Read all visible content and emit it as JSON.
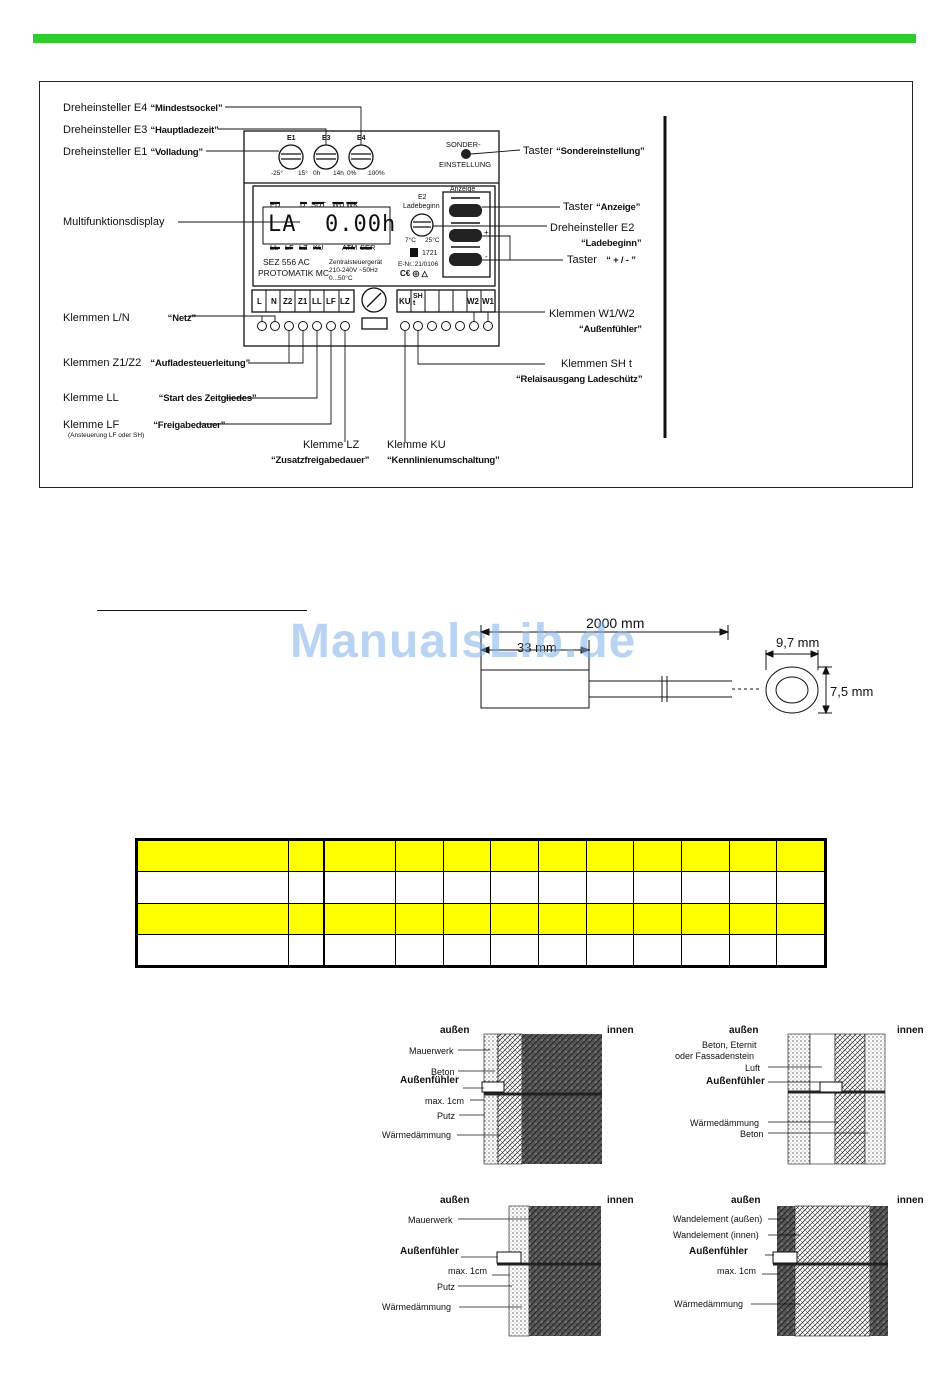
{
  "top_bar_color": "#2ecc2e",
  "diagram": {
    "callouts": {
      "e4": {
        "label": "Dreheinsteller E4",
        "quote": "“Mindestsockel”"
      },
      "e3": {
        "label": "Dreheinsteller E3",
        "quote": "“Hauptladezeit”"
      },
      "e1": {
        "label": "Dreheinsteller E1",
        "quote": "“Volladung”"
      },
      "display": {
        "label": "Multifunktionsdisplay"
      },
      "klemmen_ln": {
        "label": "Klemmen L/N",
        "quote": "“Netz”"
      },
      "klemmen_z1z2": {
        "label": "Klemmen Z1/Z2",
        "quote": "“Aufladesteuerleitung”"
      },
      "klemme_ll": {
        "label": "Klemme LL",
        "quote": "“Start des Zeitgliedes”"
      },
      "klemme_lf": {
        "label": "Klemme LF",
        "quote": "“Freigabedauer”",
        "note": "(Ansteuerung LF oder SH)"
      },
      "klemme_lz": {
        "label": "Klemme LZ",
        "quote": "“Zusatzfreigabedauer”"
      },
      "klemme_ku": {
        "label": "Klemme KU",
        "quote": "“Kennlinienumschaltung”"
      },
      "taster_sonder": {
        "label": "Taster",
        "quote": "“Sondereinstellung”"
      },
      "taster_anzeige": {
        "label": "Taster",
        "quote": "“Anzeige”"
      },
      "e2": {
        "label": "Dreheinsteller E2",
        "quote": "“Ladebeginn”"
      },
      "taster_pm": {
        "label": "Taster",
        "quote": "“ + / - ”"
      },
      "klemmen_w1w2": {
        "label": "Klemmen W1/W2",
        "quote": "“Außenfühler”"
      },
      "klemmen_sht": {
        "label": "Klemmen SH t",
        "quote": "“Relaisausgang Ladeschütz”"
      }
    },
    "device": {
      "knob_labels": [
        "E1",
        "E3",
        "E4"
      ],
      "e1_scale": [
        "-25°",
        "15°"
      ],
      "e3_scale": [
        "0h",
        "14h"
      ],
      "e4_scale": [
        "0%",
        "100%"
      ],
      "sonder_line1": "SONDER-",
      "sonder_line2": "EINSTELLUNG",
      "display_top": [
        "ED",
        "D",
        "SUT",
        "WU",
        "WK"
      ],
      "display_main": "LA  0.00h",
      "display_bottom": [
        "LL",
        "LF",
        "LZ",
        "KU",
        "ATM",
        "SER"
      ],
      "e2_label": "E2",
      "e2_sub": "Ladebeginn",
      "e2_scale": [
        "7°C",
        "25°C"
      ],
      "anzeige": "Anzeige",
      "plus": "+",
      "minus": "-",
      "model": "SEZ 556 AC",
      "brand": "PROTOMATIK MC",
      "spec1": "Zentralsteuergerät",
      "spec2": "210-240V ~50Hz",
      "spec3": "0...50°C",
      "certificate": "E-Nr.:21/0106",
      "year": "1721",
      "terminals_left": [
        "L",
        "N",
        "Z2",
        "Z1",
        "LL",
        "LF",
        "LZ"
      ],
      "terminals_right": [
        "KU",
        "SH t",
        "",
        "",
        "",
        "W2",
        "W1"
      ]
    }
  },
  "watermark": "ManualsLib.de",
  "sensor": {
    "length": "2000 mm",
    "head_length": "33 mm",
    "diameter": "9,7 mm",
    "height": "7,5 mm"
  },
  "table": {
    "rows": 4,
    "cols": 12,
    "highlight_color": "#ffff00"
  },
  "walls": {
    "outside": "außen",
    "inside": "innen",
    "w1": [
      "Mauerwerk",
      "Beton",
      "Außenfühler",
      "max. 1cm",
      "Putz",
      "Wärmedämmung"
    ],
    "w2": [
      "Beton, Eternit",
      "oder Fassadenstein",
      "Luft",
      "Außenfühler",
      "Wärmedämmung",
      "Beton"
    ],
    "w3": [
      "Mauerwerk",
      "Außenfühler",
      "max. 1cm",
      "Putz",
      "Wärmedämmung"
    ],
    "w4": [
      "Wandelement (außen)",
      "Wandelement (innen)",
      "Außenfühler",
      "max. 1cm",
      "Wärmedämmung"
    ]
  }
}
